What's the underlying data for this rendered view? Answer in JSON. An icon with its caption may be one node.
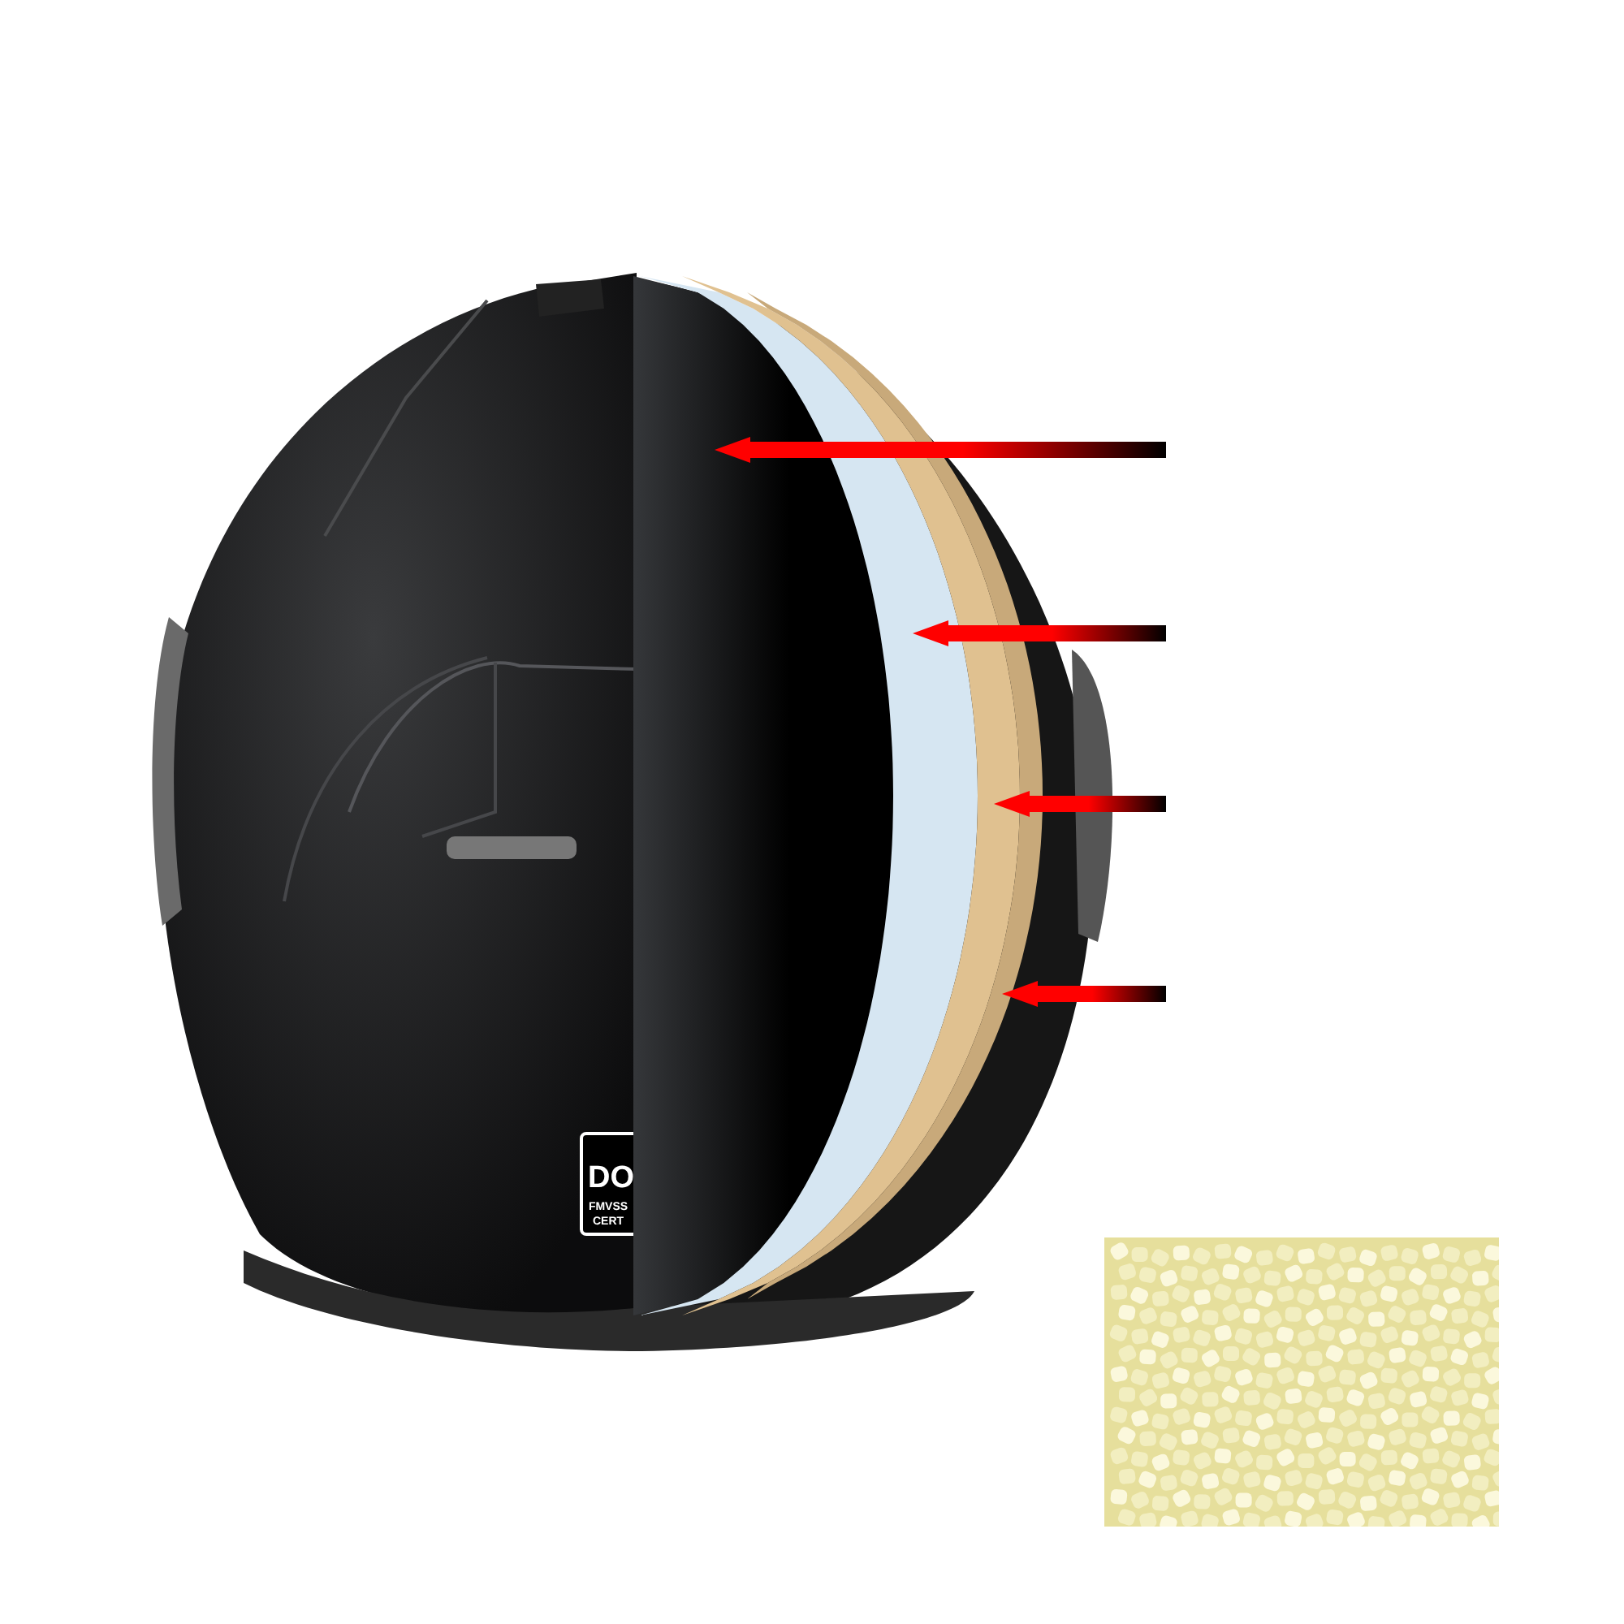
{
  "diagram": {
    "nodes": [
      {
        "text": [],
        "shape": "picture"
      },
      {
        "text": [],
        "shape": "band",
        "in": 0
      },
      {
        "text": [],
        "shape": "band",
        "in": 0
      },
      {
        "text": [],
        "shape": "band",
        "in": 0
      },
      {
        "text": [],
        "shape": "band",
        "in": 0
      },
      {
        "text": [],
        "shape": "picture"
      }
    ],
    "edges": [
      {
        "from": null,
        "to": 1,
        "arrow": "to"
      },
      {
        "from": null,
        "to": 2,
        "arrow": "to"
      },
      {
        "from": null,
        "to": 3,
        "arrow": "to"
      },
      {
        "from": null,
        "to": 4,
        "arrow": "to"
      }
    ],
    "labels": [
      "DO",
      "FMVSS",
      "CERT"
    ]
  }
}
